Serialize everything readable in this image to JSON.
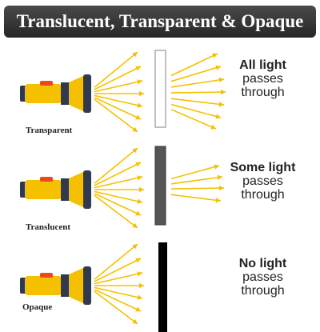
{
  "title": "Translucent, Transparent & Opaque",
  "colors": {
    "torch_body": "#f5c000",
    "torch_dark": "#2f3a4e",
    "torch_button": "#e84a1c",
    "arrow": "#f5c000",
    "transparent_panel": "#ffffff",
    "translucent_panel": "#555555",
    "opaque_panel": "#000000"
  },
  "scenes": [
    {
      "caption": "Transparent",
      "result_lead": "All light",
      "result_line2": "passes",
      "result_line3": "through",
      "panel": "transparent"
    },
    {
      "caption": "Translucent",
      "result_lead": "Some light",
      "result_line2": "passes",
      "result_line3": "through",
      "panel": "translucent"
    },
    {
      "caption": "Opaque",
      "result_lead": "No light",
      "result_line2": "passes",
      "result_line3": "through",
      "panel": "opaque"
    }
  ]
}
